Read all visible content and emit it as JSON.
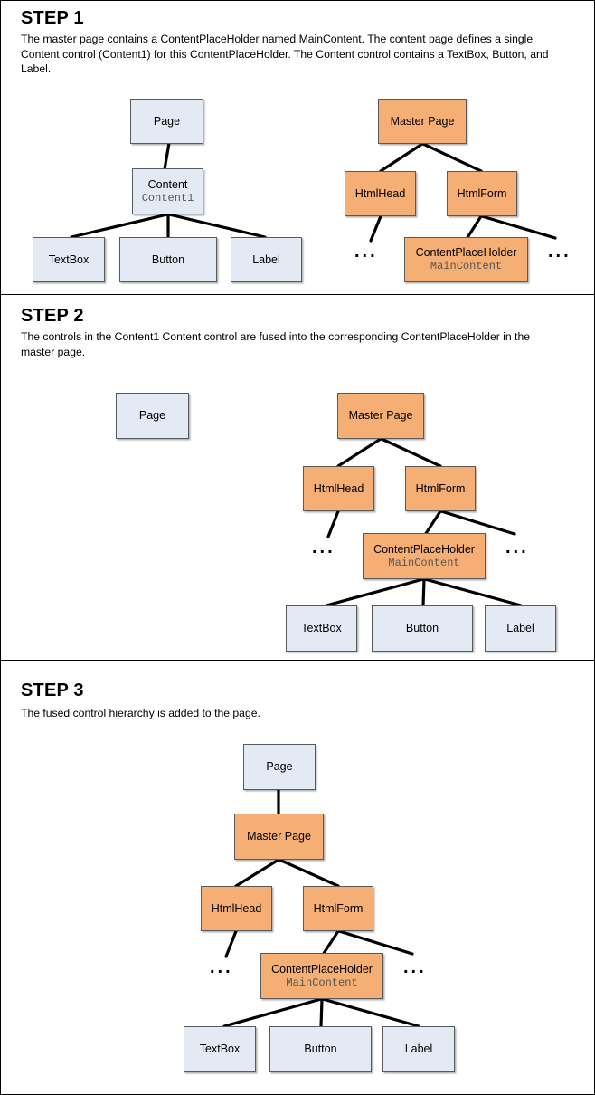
{
  "diagram": {
    "title": "ASP.NET Master Page and Content Page control-tree merge process",
    "palette": {
      "blue_fill": "#E4EAF4",
      "orange_fill": "#F5AE73",
      "node_border": "#5A5A5A",
      "connector": "#000000",
      "panel_border": "#000000",
      "text": "#000000",
      "sub_text": "#555555"
    }
  },
  "steps": [
    {
      "id": "step1",
      "title": "STEP 1",
      "description": "The master page contains a ContentPlaceHolder named MainContent. The content page defines a single Content control (Content1) for this ContentPlaceHolder. The Content control contains a TextBox, Button, and Label.",
      "nodes": {
        "page": "Page",
        "content": "Content",
        "content_sub": "Content1",
        "textbox": "TextBox",
        "button": "Button",
        "label": "Label",
        "master_page": "Master Page",
        "html_head": "HtmlHead",
        "html_form": "HtmlForm",
        "cph": "ContentPlaceHolder",
        "cph_sub": "MainContent"
      },
      "ellipsis": [
        "...",
        "..."
      ]
    },
    {
      "id": "step2",
      "title": "STEP 2",
      "description": "The controls in the Content1 Content control are fused into the corresponding ContentPlaceHolder in the master page.",
      "nodes": {
        "page": "Page",
        "master_page": "Master Page",
        "html_head": "HtmlHead",
        "html_form": "HtmlForm",
        "cph": "ContentPlaceHolder",
        "cph_sub": "MainContent",
        "textbox": "TextBox",
        "button": "Button",
        "label": "Label"
      },
      "ellipsis": [
        "...",
        "..."
      ]
    },
    {
      "id": "step3",
      "title": "STEP 3",
      "description": "The fused control hierarchy is added to the page.",
      "nodes": {
        "page": "Page",
        "master_page": "Master Page",
        "html_head": "HtmlHead",
        "html_form": "HtmlForm",
        "cph": "ContentPlaceHolder",
        "cph_sub": "MainContent",
        "textbox": "TextBox",
        "button": "Button",
        "label": "Label"
      },
      "ellipsis": [
        "...",
        "..."
      ]
    }
  ]
}
